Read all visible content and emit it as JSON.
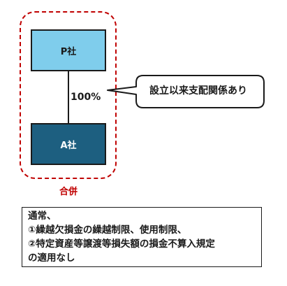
{
  "diagram": {
    "parent_company": "P社",
    "subsidiary_company": "A社",
    "ownership": "100%",
    "merge_label": "合併",
    "callout_text": "設立以来支配関係あり",
    "note_lines": [
      "通常、",
      "①繰越欠損金の繰越制限、使用制限、",
      "②特定資産等譲渡等損失額の損金不算入規定",
      "の適用なし"
    ],
    "colors": {
      "merge_frame": "#c00000",
      "parent_fill": "#7fcdec",
      "subsidiary_fill": "#1d5f80"
    }
  }
}
